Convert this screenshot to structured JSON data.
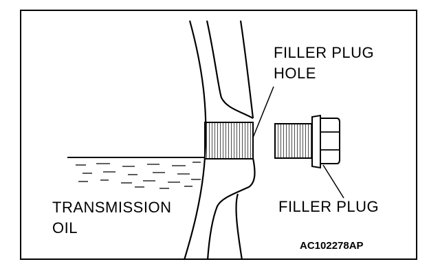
{
  "labels": {
    "filler_plug_hole_line1": "FILLER PLUG",
    "filler_plug_hole_line2": "HOLE",
    "filler_plug": "FILLER PLUG",
    "transmission_oil_line1": "TRANSMISSION",
    "transmission_oil_line2": "OIL",
    "figure_code": "AC102278AP"
  }
}
